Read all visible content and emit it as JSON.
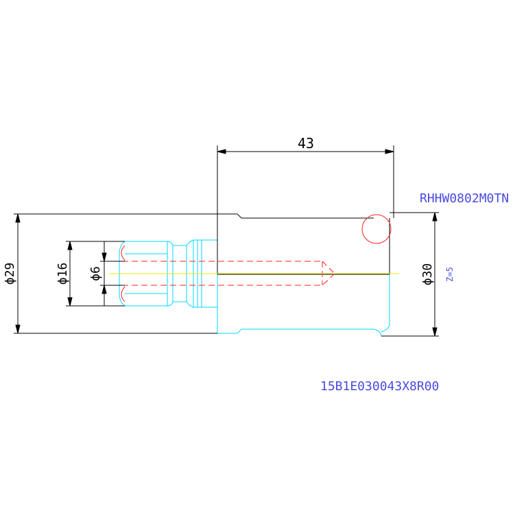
{
  "drawing": {
    "dims": {
      "length": "43",
      "dia_shank": "ϕ29",
      "dia_neck": "ϕ16",
      "dia_bore": "ϕ6",
      "dia_body": "ϕ30"
    },
    "insert_code": "RHHW0802M0TN",
    "teeth": "Z=5",
    "part_number": "15B1E030043X8R00"
  },
  "colors": {
    "dimension": "#000000",
    "outline": "#00d8ff",
    "hidden": "#ff2020",
    "center": "#e8e800",
    "text_blue": "#4a4ae0"
  }
}
